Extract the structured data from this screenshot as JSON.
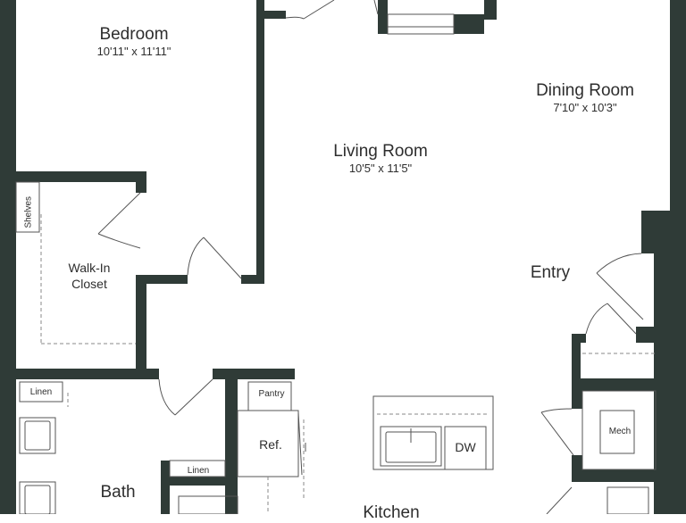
{
  "rooms": {
    "bedroom": {
      "name": "Bedroom",
      "dims": "10'11\" x 11'11\""
    },
    "living": {
      "name": "Living Room",
      "dims": "10'5\" x 11'5\""
    },
    "dining": {
      "name": "Dining Room",
      "dims": "7'10\" x 10'3\""
    },
    "entry": {
      "name": "Entry"
    },
    "closet": {
      "name_line1": "Walk-In",
      "name_line2": "Closet"
    },
    "bath": {
      "name": "Bath"
    },
    "kitchen": {
      "name": "Kitchen"
    }
  },
  "fixtures": {
    "shelves": "Shelves",
    "linen_bath": "Linen",
    "linen_hall": "Linen",
    "pantry": "Pantry",
    "fridge": "Ref.",
    "dishwasher": "DW",
    "mech": "Mech"
  },
  "colors": {
    "wall": "#2f3b37",
    "line": "#555555",
    "dash": "#8a8a8a",
    "text": "#2e2e2e"
  }
}
